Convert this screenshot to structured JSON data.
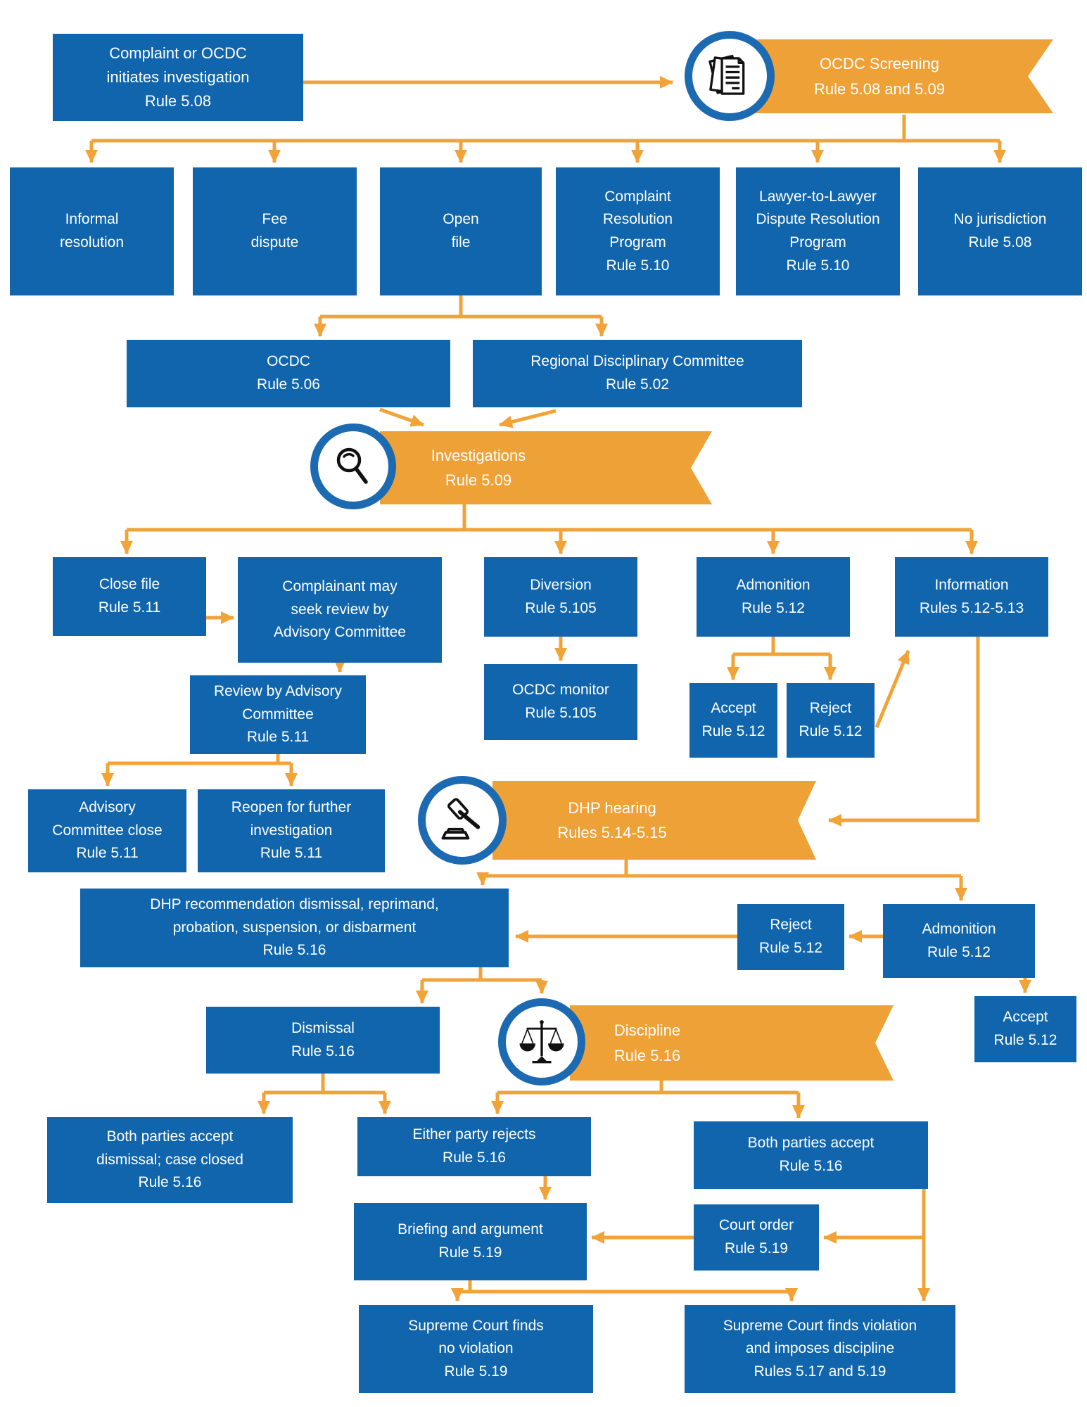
{
  "diagram": {
    "subject": "Attorney discipline process flowchart",
    "colors": {
      "box_blue": "#1065ac",
      "banner_orange": "#eea136",
      "arrow_orange": "#f2a338",
      "circle_border_blue": "#1b6ab2",
      "text_white": "#ffffff",
      "icon_black": "#111111"
    },
    "icons": {
      "screening": "documents-icon",
      "investigations": "magnifier-icon",
      "dhp_hearing": "gavel-icon",
      "discipline": "scales-icon"
    }
  },
  "banners": {
    "screening": {
      "label": "OCDC Screening\nRule 5.08 and 5.09"
    },
    "investigations": {
      "label": "Investigations\nRule 5.09"
    },
    "dhp": {
      "label": "DHP hearing\nRules 5.14-5.15"
    },
    "discipline": {
      "label": "Discipline\nRule 5.16"
    }
  },
  "nodes": {
    "complaint": {
      "label": "Complaint or OCDC\ninitiates investigation\nRule 5.08"
    },
    "informal": {
      "label": "Informal\nresolution"
    },
    "fee": {
      "label": "Fee\ndispute"
    },
    "open": {
      "label": "Open\nfile"
    },
    "crp": {
      "label": "Complaint\nResolution\nProgram\nRule 5.10"
    },
    "l2l": {
      "label": "Lawyer-to-Lawyer\nDispute Resolution\nProgram\nRule 5.10"
    },
    "nojuris": {
      "label": "No jurisdiction\nRule 5.08"
    },
    "ocdc": {
      "label": "OCDC\nRule 5.06"
    },
    "regional": {
      "label": "Regional Disciplinary Committee\nRule 5.02"
    },
    "closefile": {
      "label": "Close file\nRule 5.11"
    },
    "complainant": {
      "label": "Complainant may\nseek review by\nAdvisory Committee"
    },
    "review": {
      "label": "Review by Advisory\nCommittee\nRule 5.11"
    },
    "diversion": {
      "label": "Diversion\nRule 5.105"
    },
    "admonition1": {
      "label": "Admonition\nRule 5.12"
    },
    "information": {
      "label": "Information\nRules 5.12-5.13"
    },
    "ocdcmonitor": {
      "label": "OCDC monitor\nRule 5.105"
    },
    "accept1": {
      "label": "Accept\nRule 5.12"
    },
    "reject1": {
      "label": "Reject\nRule 5.12"
    },
    "advclose": {
      "label": "Advisory\nCommittee close\nRule 5.11"
    },
    "reopen": {
      "label": "Reopen for further\ninvestigation\nRule 5.11"
    },
    "dhprec": {
      "label": "DHP recommendation dismissal, reprimand,\nprobation, suspension, or disbarment\nRule 5.16"
    },
    "reject2": {
      "label": "Reject\nRule 5.12"
    },
    "admonition2": {
      "label": "Admonition\nRule 5.12"
    },
    "accept2": {
      "label": "Accept\nRule 5.12"
    },
    "dismissal": {
      "label": "Dismissal\nRule 5.16"
    },
    "bpad": {
      "label": "Both parties accept\ndismissal; case closed\nRule 5.16"
    },
    "epr": {
      "label": "Either party rejects\nRule 5.16"
    },
    "bpa": {
      "label": "Both parties accept\nRule 5.16"
    },
    "briefing": {
      "label": "Briefing and argument\nRule 5.19"
    },
    "courtorder": {
      "label": "Court order\nRule 5.19"
    },
    "scnv": {
      "label": "Supreme Court finds\nno violation\nRule 5.19"
    },
    "scv": {
      "label": "Supreme Court finds violation\nand imposes discipline\nRules 5.17 and 5.19"
    }
  }
}
